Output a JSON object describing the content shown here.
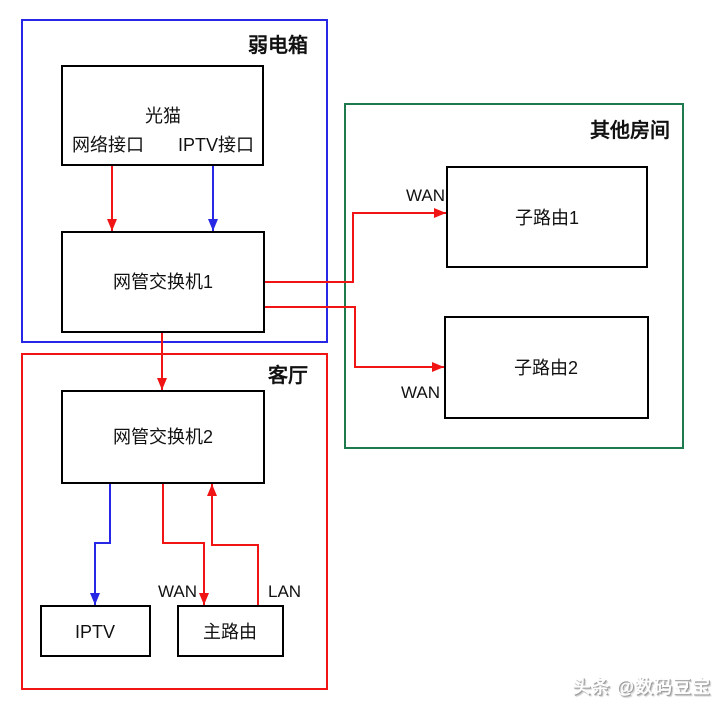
{
  "colors": {
    "red": "#f01414",
    "blue": "#2727e6",
    "green": "#1e7a4d",
    "node_border": "#000000"
  },
  "groups": {
    "weak_current_box": {
      "label": "弱电箱"
    },
    "other_rooms": {
      "label": "其他房间"
    },
    "living_room": {
      "label": "客厅"
    }
  },
  "nodes": {
    "modem": {
      "title": "光猫",
      "network_port": "网络接口",
      "iptv_port": "IPTV接口"
    },
    "switch1": {
      "label": "网管交换机1"
    },
    "switch2": {
      "label": "网管交换机2"
    },
    "sub_router1": {
      "label": "子路由1"
    },
    "sub_router2": {
      "label": "子路由2"
    },
    "iptv": {
      "label": "IPTV"
    },
    "main_router": {
      "label": "主路由"
    }
  },
  "edge_labels": {
    "sub_router1_wan": "WAN",
    "sub_router2_wan": "WAN",
    "main_router_wan": "WAN",
    "main_router_lan": "LAN"
  },
  "watermark": {
    "text": "头条 @数码豆宝"
  }
}
